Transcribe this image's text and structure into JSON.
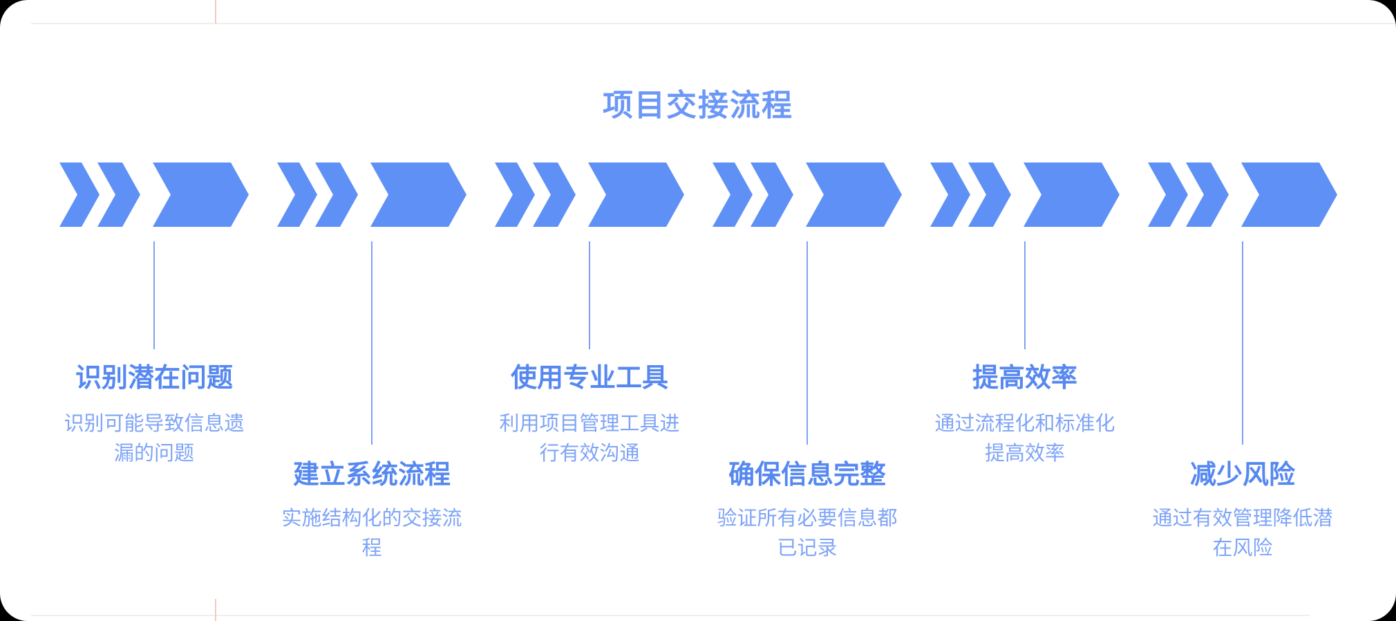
{
  "title": {
    "text": "项目交接流程"
  },
  "colors": {
    "arrow": "#5E90F6",
    "main_title": "#6B97F7",
    "step_title": "#5688F0",
    "step_desc": "#7FA4F7",
    "connector": "#7FA0F2",
    "guide_gray": "#F1EEEE",
    "guide_pink": "#F2C9C5",
    "canvas_bg": "#FFFFFF",
    "outside_bg": "#000000"
  },
  "steps": [
    {
      "title": "识别潜在问题",
      "desc_lines": [
        "识别可能导致信息遗",
        "漏的问题"
      ],
      "position": "high"
    },
    {
      "title": "建立系统流程",
      "desc_lines": [
        "实施结构化的交接流",
        "程"
      ],
      "position": "low"
    },
    {
      "title": "使用专业工具",
      "desc_lines": [
        "利用项目管理工具进",
        "行有效沟通"
      ],
      "position": "high"
    },
    {
      "title": "确保信息完整",
      "desc_lines": [
        "验证所有必要信息都",
        "已记录"
      ],
      "position": "low"
    },
    {
      "title": "提高效率",
      "desc_lines": [
        "通过流程化和标准化",
        "提高效率"
      ],
      "position": "high"
    },
    {
      "title": "减少风险",
      "desc_lines": [
        "通过有效管理降低潜",
        "在风险"
      ],
      "position": "low"
    }
  ]
}
